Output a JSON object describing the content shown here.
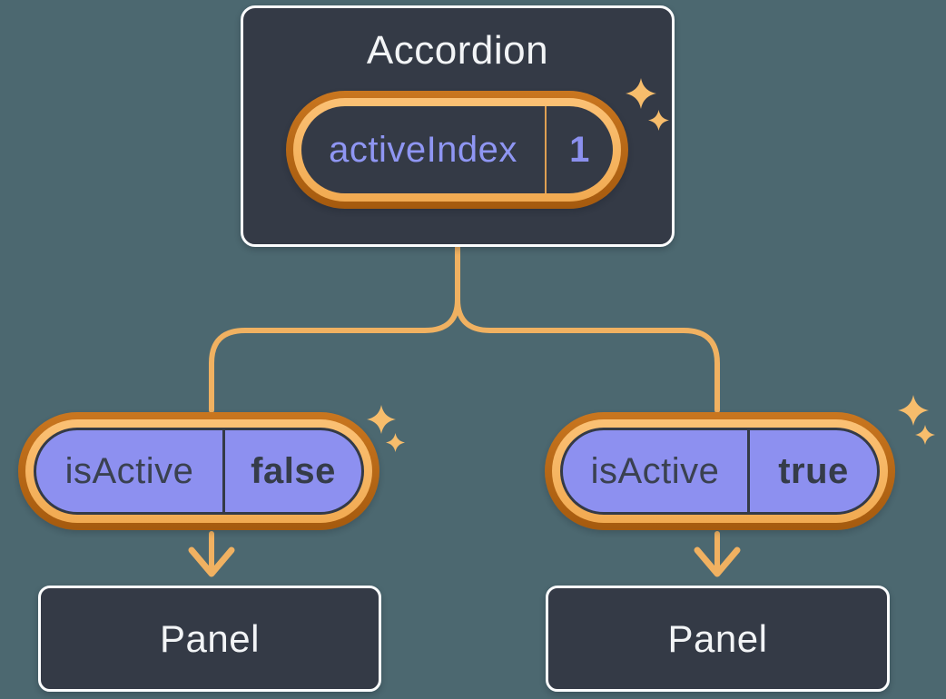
{
  "diagram": {
    "background_color": "#4C6870",
    "node_fill_color": "#343A46",
    "node_border_color": "#FCFDFE",
    "connector_color": "#F0B161",
    "sparkle_color": "#F7BD6C",
    "ring_dark_orange": "#B4641A",
    "ring_light_orange": "#F8BA68",
    "pill_purple": "#8D90F0",
    "purple_text": "#8F96F3",
    "dark_text": "#3A4150",
    "accordion": {
      "title": "Accordion",
      "state_pill": {
        "label": "activeIndex",
        "value": "1"
      }
    },
    "children": [
      {
        "prop_pill": {
          "label": "isActive",
          "value": "false"
        },
        "panel_label": "Panel"
      },
      {
        "prop_pill": {
          "label": "isActive",
          "value": "true"
        },
        "panel_label": "Panel"
      }
    ]
  }
}
